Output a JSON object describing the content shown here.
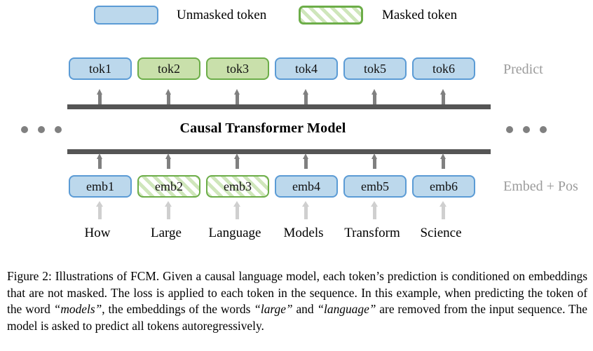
{
  "legend": {
    "unmasked_label": "Unmasked token",
    "masked_label": "Masked token",
    "unmasked_swatch": "rounded-rect-blue",
    "masked_swatch": "rounded-rect-green-hatched"
  },
  "colors": {
    "blue_fill": "#bcd8ec",
    "blue_border": "#5b9bd5",
    "green_fill": "#c9e0ab",
    "green_border": "#6cad48",
    "hatch_stripe": "#cfe6bb",
    "bar": "#555555",
    "arrow_dark": "#808080",
    "arrow_light": "#cfcfcf",
    "side_label": "#9b9b9b"
  },
  "predict_row": {
    "label": "Predict",
    "tokens": [
      {
        "text": "tok1",
        "state": "unmasked"
      },
      {
        "text": "tok2",
        "state": "masked"
      },
      {
        "text": "tok3",
        "state": "masked"
      },
      {
        "text": "tok4",
        "state": "unmasked"
      },
      {
        "text": "tok5",
        "state": "unmasked"
      },
      {
        "text": "tok6",
        "state": "unmasked"
      }
    ]
  },
  "model": {
    "title": "Causal Transformer Model",
    "left_ellipsis": "...",
    "right_ellipsis": "..."
  },
  "embed_row": {
    "label": "Embed + Pos",
    "embeddings": [
      {
        "text": "emb1",
        "state": "unmasked"
      },
      {
        "text": "emb2",
        "state": "masked"
      },
      {
        "text": "emb3",
        "state": "masked"
      },
      {
        "text": "emb4",
        "state": "unmasked"
      },
      {
        "text": "emb5",
        "state": "unmasked"
      },
      {
        "text": "emb6",
        "state": "unmasked"
      }
    ]
  },
  "input_words": [
    "How",
    "Large",
    "Language",
    "Models",
    "Transform",
    "Science"
  ],
  "caption": {
    "figure_number": "Figure 2:",
    "part1": " Illustrations of FCM. Given a causal language model, each token’s prediction is conditioned on embeddings that are not masked. The loss is applied to each token in the sequence. In this example, when predicting the token of the word ",
    "em1": "“models”",
    "part2": ", the embeddings of the words ",
    "em2": "“large”",
    "part3": " and ",
    "em3": "“language”",
    "part4": " are removed from the input sequence. The model is asked to predict all tokens autoregressively."
  }
}
